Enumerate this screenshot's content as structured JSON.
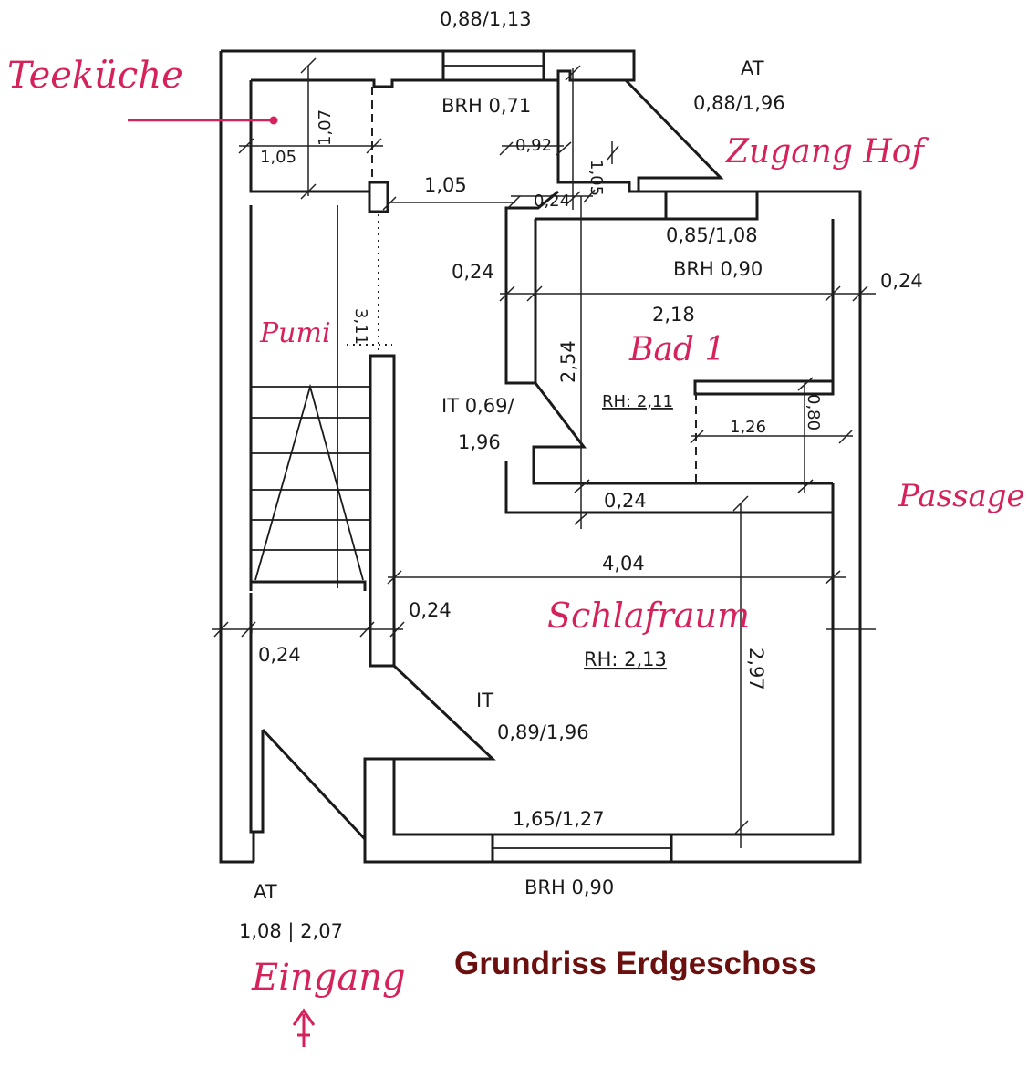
{
  "title": "Grundriss Erdgeschoss",
  "rooms": {
    "teekueche": "Teeküche",
    "zugang_hof": "Zugang Hof",
    "pumi": "Pumi",
    "bad": "Bad 1",
    "schlafraum": "Schlafraum",
    "passage": "Passage",
    "eingang": "Eingang"
  },
  "labels": {
    "top_window": "0,88/1,13",
    "brh_top": "BRH 0,71",
    "at_hof": "AT",
    "at_hof_size": "0,88/1,96",
    "bad_window": "0,85/1,08",
    "bad_brh": "BRH 0,90",
    "bad_rh": "RH: 2,11",
    "it_bad_1": "IT 0,69/",
    "it_bad_2": "1,96",
    "schlaf_rh": "RH: 2,13",
    "it_schlaf_1": "IT",
    "it_schlaf_2": "0,89/1,96",
    "bottom_window": "1,65/1,27",
    "bottom_brh": "BRH 0,90",
    "at_entry": "AT",
    "at_entry_size": "1,08 | 2,07"
  },
  "dimensions": {
    "tk_width": "1,05",
    "tk_height": "1,07",
    "sill_092": "0,92",
    "hall_105": "1,05",
    "h_105": "1,05",
    "wall_024_top": "0,24",
    "wall_024_left": "0,24",
    "bad_width": "2,18",
    "wall_024_right": "0,24",
    "pumi_len": "3,11",
    "bad_depth": "2,54",
    "shower_126": "1,26",
    "shower_080": "0,80",
    "wall_024_bad": "0,24",
    "room_width": "4,04",
    "wall_024_mid": "0,24",
    "wall_024_entry": "0,24",
    "room_depth": "2,97"
  },
  "colors": {
    "ink": "#1a1a1a",
    "annotation": "#d6225a",
    "title": "#6b0f0f"
  }
}
